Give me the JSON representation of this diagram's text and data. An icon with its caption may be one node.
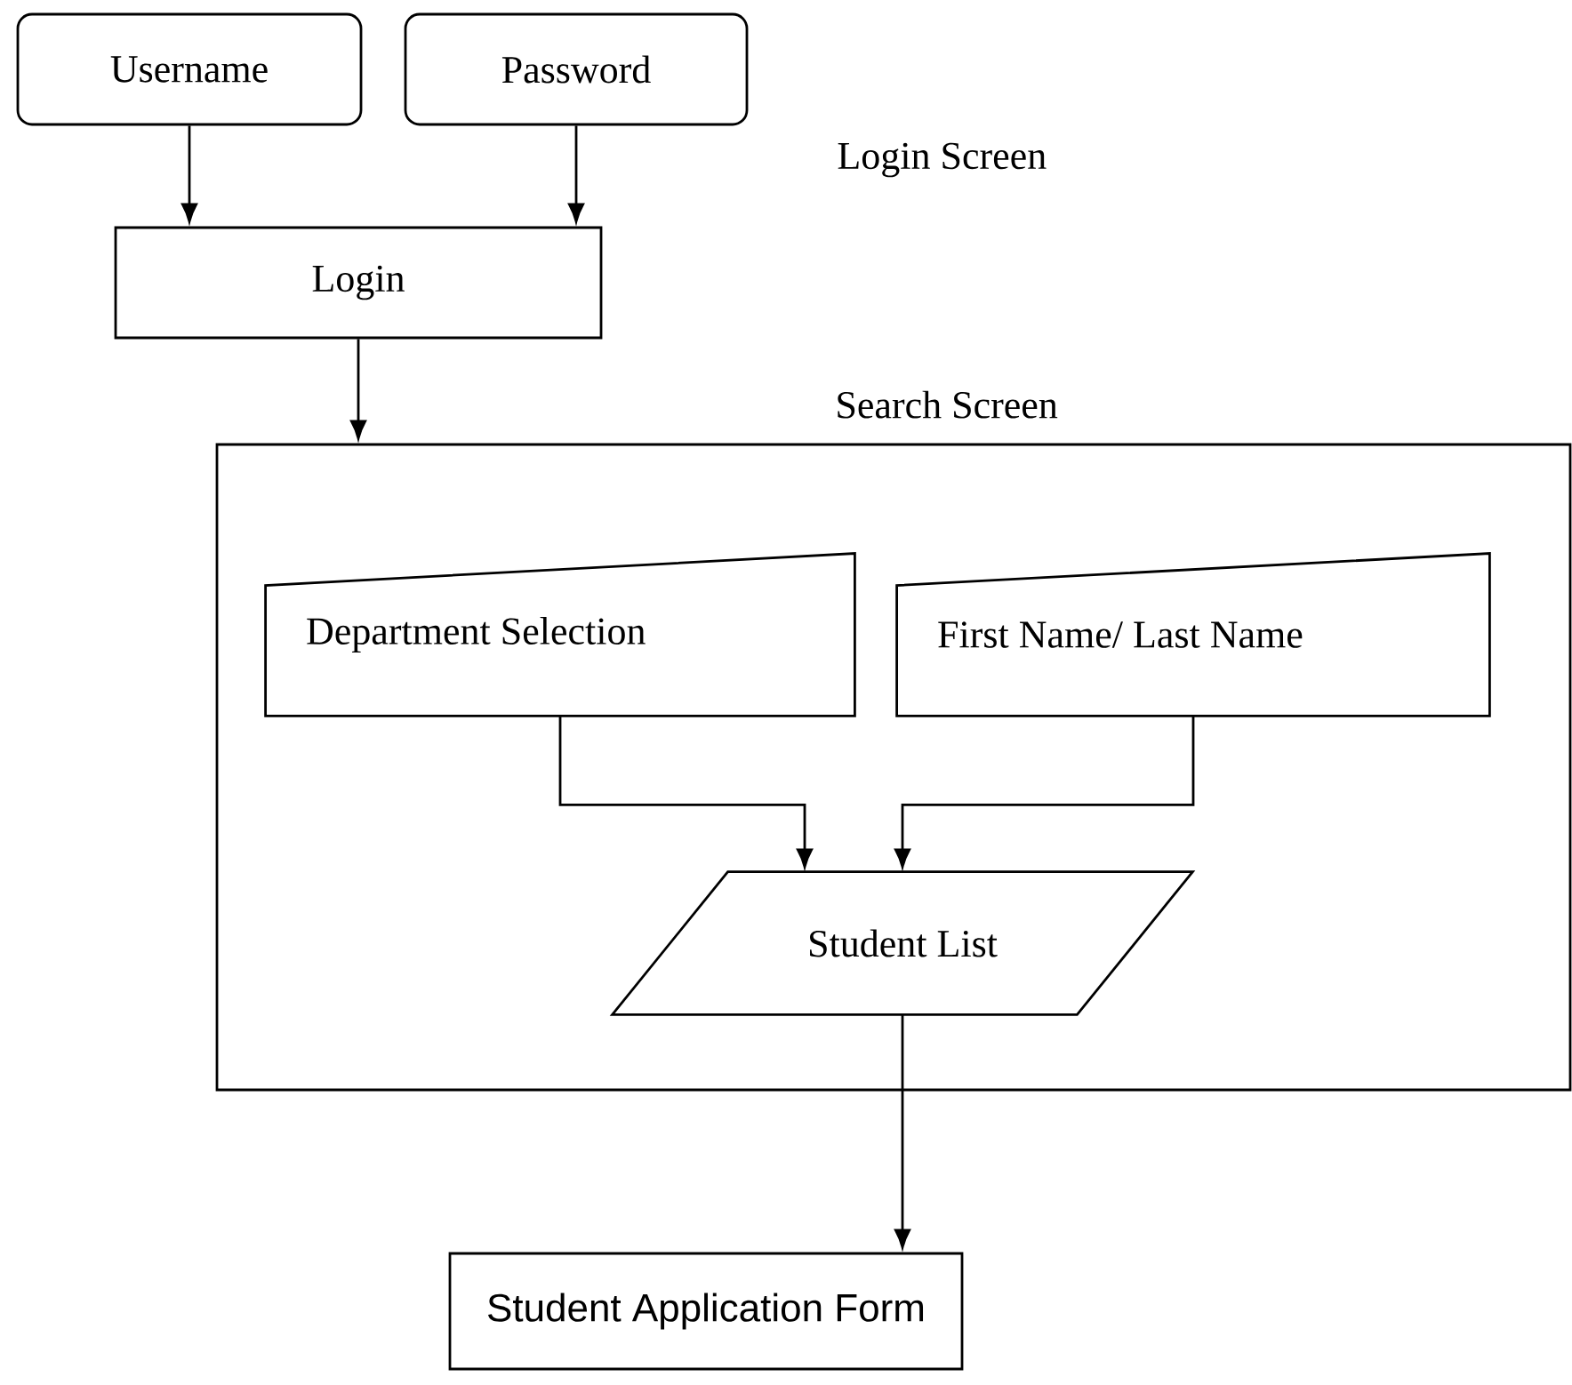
{
  "diagram": {
    "nodes": [
      {
        "text": [
          "Username"
        ]
      },
      {
        "text": [
          "Password"
        ]
      },
      {
        "text": [
          "Login"
        ]
      },
      {
        "text": [
          "Search Screen"
        ]
      },
      {
        "text": [
          "Department Selection"
        ],
        "in": 3
      },
      {
        "text": [
          "First Name/ Last Name"
        ],
        "in": 3
      },
      {
        "text": [
          "Student List"
        ],
        "in": 3
      },
      {
        "text": [
          "Student Application Form"
        ]
      }
    ],
    "edges": [
      {
        "from": 0,
        "to": 2,
        "arrow": "to"
      },
      {
        "from": 1,
        "to": 2,
        "arrow": "to"
      },
      {
        "from": 2,
        "to": 3,
        "arrow": "to"
      },
      {
        "from": 4,
        "to": 6,
        "arrow": "to"
      },
      {
        "from": 5,
        "to": 6,
        "arrow": "to"
      },
      {
        "from": 6,
        "to": 7,
        "arrow": "to"
      }
    ],
    "labels": [
      "Login Screen"
    ]
  }
}
